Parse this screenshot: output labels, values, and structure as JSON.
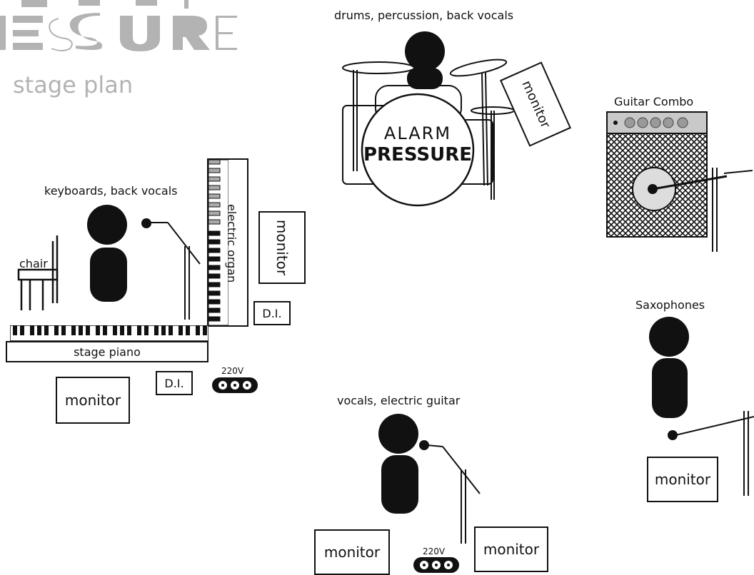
{
  "header": {
    "logo_text_top": "ALARM",
    "logo_text_bottom": "PRESSURE",
    "subtitle": "stage plan"
  },
  "positions": {
    "drums": "drums, percussion, back vocals",
    "guitar_combo": "Guitar Combo",
    "keyboards": "keyboards, back vocals",
    "saxophones": "Saxophones",
    "vocals": "vocals, electric guitar"
  },
  "equipment": {
    "chair": "chair",
    "electric_organ": "electric organ",
    "stage_piano": "stage piano",
    "di_organ": "D.I.",
    "di_piano": "D.I.",
    "power_left": "220V",
    "power_center": "220V"
  },
  "monitors": {
    "drums": "monitor",
    "keyboards_side": "monitor",
    "keyboards_front": "monitor",
    "sax": "monitor",
    "vocals_left": "monitor",
    "vocals_right": "monitor"
  },
  "colors": {
    "ink": "#111111",
    "logo_gray": "#b3b3b3",
    "amp_panel": "#c9c9c9"
  }
}
